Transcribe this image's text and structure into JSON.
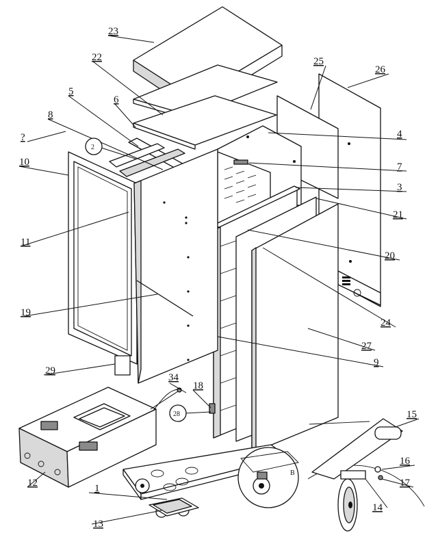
{
  "callouts": [
    {
      "id": "c23",
      "text": "23"
    },
    {
      "id": "c22",
      "text": "22"
    },
    {
      "id": "c5",
      "text": "5"
    },
    {
      "id": "c6",
      "text": "6"
    },
    {
      "id": "c8",
      "text": "8"
    },
    {
      "id": "cq",
      "text": "?"
    },
    {
      "id": "c10",
      "text": "10"
    },
    {
      "id": "c2",
      "text": "2"
    },
    {
      "id": "c11",
      "text": "11"
    },
    {
      "id": "c19",
      "text": "19"
    },
    {
      "id": "c29",
      "text": "29"
    },
    {
      "id": "c34",
      "text": "34"
    },
    {
      "id": "c18",
      "text": "18"
    },
    {
      "id": "c28",
      "text": "28"
    },
    {
      "id": "c12",
      "text": "12"
    },
    {
      "id": "c1",
      "text": "1"
    },
    {
      "id": "c13",
      "text": "13"
    },
    {
      "id": "c25",
      "text": "25"
    },
    {
      "id": "c26",
      "text": "26"
    },
    {
      "id": "c4",
      "text": "4"
    },
    {
      "id": "c7",
      "text": "7"
    },
    {
      "id": "c3",
      "text": "3"
    },
    {
      "id": "c21",
      "text": "21"
    },
    {
      "id": "c20",
      "text": "20"
    },
    {
      "id": "c24",
      "text": "24"
    },
    {
      "id": "c27",
      "text": "27"
    },
    {
      "id": "c9",
      "text": "9"
    },
    {
      "id": "c15",
      "text": "15"
    },
    {
      "id": "c16",
      "text": "16"
    },
    {
      "id": "c17",
      "text": "17"
    },
    {
      "id": "c14",
      "text": "14"
    }
  ]
}
